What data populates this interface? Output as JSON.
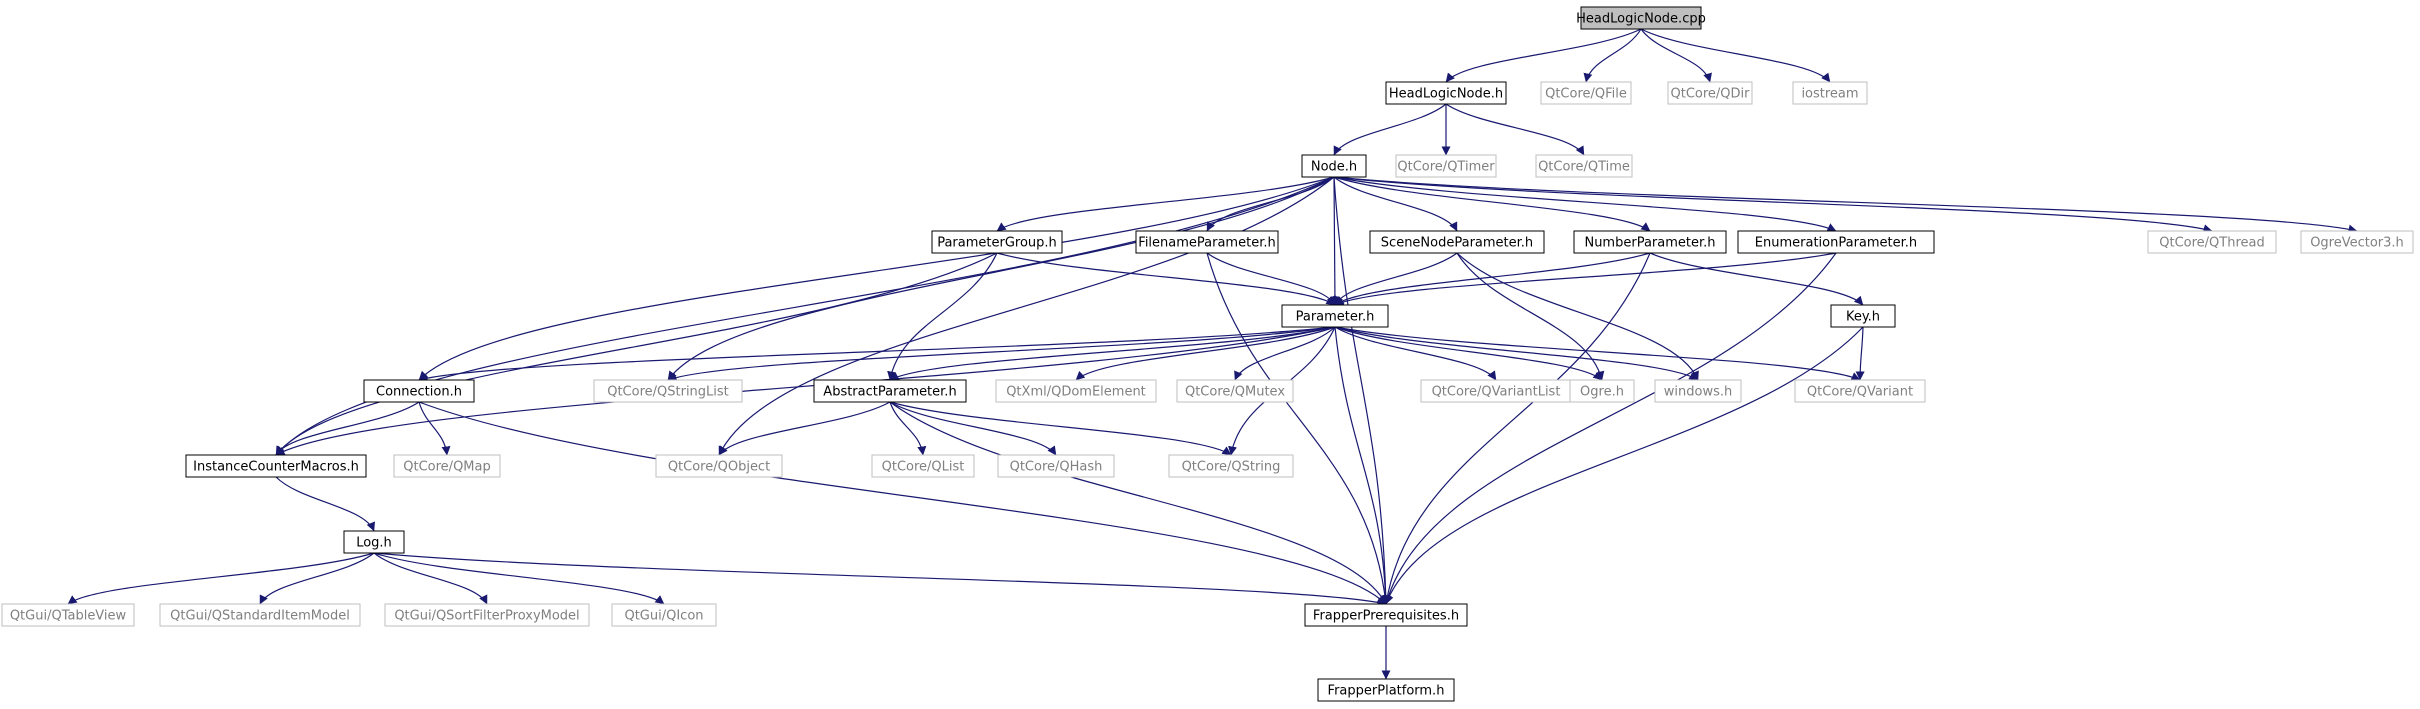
{
  "colors": {
    "edge": "#191970",
    "node_border_local": "#000000",
    "node_border_external": "#bfbfbf",
    "node_text_local": "#000000",
    "node_text_external": "#808080",
    "root_fill": "#bfbfbf"
  },
  "nodes": [
    {
      "id": "headlogicnode_cpp",
      "label": "HeadLogicNode.cpp",
      "kind": "root"
    },
    {
      "id": "headlogicnode_h",
      "label": "HeadLogicNode.h",
      "kind": "local"
    },
    {
      "id": "qfile",
      "label": "QtCore/QFile",
      "kind": "external"
    },
    {
      "id": "qdir",
      "label": "QtCore/QDir",
      "kind": "external"
    },
    {
      "id": "iostream",
      "label": "iostream",
      "kind": "external"
    },
    {
      "id": "node_h",
      "label": "Node.h",
      "kind": "local"
    },
    {
      "id": "qtimer",
      "label": "QtCore/QTimer",
      "kind": "external"
    },
    {
      "id": "qtime",
      "label": "QtCore/QTime",
      "kind": "external"
    },
    {
      "id": "parametergroup_h",
      "label": "ParameterGroup.h",
      "kind": "local"
    },
    {
      "id": "filenameparameter_h",
      "label": "FilenameParameter.h",
      "kind": "local"
    },
    {
      "id": "scenenodeparameter_h",
      "label": "SceneNodeParameter.h",
      "kind": "local"
    },
    {
      "id": "numberparameter_h",
      "label": "NumberParameter.h",
      "kind": "local"
    },
    {
      "id": "enumerationparameter_h",
      "label": "EnumerationParameter.h",
      "kind": "local"
    },
    {
      "id": "qthread",
      "label": "QtCore/QThread",
      "kind": "external"
    },
    {
      "id": "ogrevector3",
      "label": "OgreVector3.h",
      "kind": "external"
    },
    {
      "id": "parameter_h",
      "label": "Parameter.h",
      "kind": "local"
    },
    {
      "id": "key_h",
      "label": "Key.h",
      "kind": "local"
    },
    {
      "id": "connection_h",
      "label": "Connection.h",
      "kind": "local"
    },
    {
      "id": "qstringlist",
      "label": "QtCore/QStringList",
      "kind": "external"
    },
    {
      "id": "abstractparameter_h",
      "label": "AbstractParameter.h",
      "kind": "local"
    },
    {
      "id": "qdomelement",
      "label": "QtXml/QDomElement",
      "kind": "external"
    },
    {
      "id": "qmutex",
      "label": "QtCore/QMutex",
      "kind": "external"
    },
    {
      "id": "qvariantlist",
      "label": "QtCore/QVariantList",
      "kind": "external"
    },
    {
      "id": "ogre_h",
      "label": "Ogre.h",
      "kind": "external"
    },
    {
      "id": "windows_h",
      "label": "windows.h",
      "kind": "external"
    },
    {
      "id": "qvariant",
      "label": "QtCore/QVariant",
      "kind": "external"
    },
    {
      "id": "instancecountermacros_h",
      "label": "InstanceCounterMacros.h",
      "kind": "local"
    },
    {
      "id": "qmap",
      "label": "QtCore/QMap",
      "kind": "external"
    },
    {
      "id": "qobject",
      "label": "QtCore/QObject",
      "kind": "external"
    },
    {
      "id": "qlist",
      "label": "QtCore/QList",
      "kind": "external"
    },
    {
      "id": "qhash",
      "label": "QtCore/QHash",
      "kind": "external"
    },
    {
      "id": "qstring",
      "label": "QtCore/QString",
      "kind": "external"
    },
    {
      "id": "log_h",
      "label": "Log.h",
      "kind": "local"
    },
    {
      "id": "qtableview",
      "label": "QtGui/QTableView",
      "kind": "external"
    },
    {
      "id": "qstandarditemmodel",
      "label": "QtGui/QStandardItemModel",
      "kind": "external"
    },
    {
      "id": "qsortfilterproxymodel",
      "label": "QtGui/QSortFilterProxyModel",
      "kind": "external"
    },
    {
      "id": "qicon",
      "label": "QtGui/QIcon",
      "kind": "external"
    },
    {
      "id": "frapperprerequisites_h",
      "label": "FrapperPrerequisites.h",
      "kind": "local"
    },
    {
      "id": "frapperplatform_h",
      "label": "FrapperPlatform.h",
      "kind": "local"
    }
  ],
  "edges": [
    [
      "headlogicnode_cpp",
      "headlogicnode_h"
    ],
    [
      "headlogicnode_cpp",
      "qfile"
    ],
    [
      "headlogicnode_cpp",
      "qdir"
    ],
    [
      "headlogicnode_cpp",
      "iostream"
    ],
    [
      "headlogicnode_h",
      "node_h"
    ],
    [
      "headlogicnode_h",
      "qtimer"
    ],
    [
      "headlogicnode_h",
      "qtime"
    ],
    [
      "node_h",
      "parametergroup_h"
    ],
    [
      "node_h",
      "filenameparameter_h"
    ],
    [
      "node_h",
      "scenenodeparameter_h"
    ],
    [
      "node_h",
      "numberparameter_h"
    ],
    [
      "node_h",
      "enumerationparameter_h"
    ],
    [
      "node_h",
      "qthread"
    ],
    [
      "node_h",
      "ogrevector3"
    ],
    [
      "node_h",
      "parameter_h"
    ],
    [
      "node_h",
      "connection_h"
    ],
    [
      "node_h",
      "instancecountermacros_h"
    ],
    [
      "node_h",
      "qstringlist"
    ],
    [
      "node_h",
      "qobject"
    ],
    [
      "node_h",
      "frapperprerequisites_h"
    ],
    [
      "parametergroup_h",
      "parameter_h"
    ],
    [
      "parametergroup_h",
      "abstractparameter_h"
    ],
    [
      "parametergroup_h",
      "instancecountermacros_h"
    ],
    [
      "filenameparameter_h",
      "parameter_h"
    ],
    [
      "filenameparameter_h",
      "frapperprerequisites_h"
    ],
    [
      "scenenodeparameter_h",
      "parameter_h"
    ],
    [
      "scenenodeparameter_h",
      "ogre_h"
    ],
    [
      "scenenodeparameter_h",
      "windows_h"
    ],
    [
      "numberparameter_h",
      "parameter_h"
    ],
    [
      "numberparameter_h",
      "key_h"
    ],
    [
      "numberparameter_h",
      "frapperprerequisites_h"
    ],
    [
      "enumerationparameter_h",
      "parameter_h"
    ],
    [
      "enumerationparameter_h",
      "frapperprerequisites_h"
    ],
    [
      "key_h",
      "qvariant"
    ],
    [
      "key_h",
      "frapperprerequisites_h"
    ],
    [
      "parameter_h",
      "connection_h"
    ],
    [
      "parameter_h",
      "qstringlist"
    ],
    [
      "parameter_h",
      "abstractparameter_h"
    ],
    [
      "parameter_h",
      "qdomelement"
    ],
    [
      "parameter_h",
      "qmutex"
    ],
    [
      "parameter_h",
      "qvariantlist"
    ],
    [
      "parameter_h",
      "ogre_h"
    ],
    [
      "parameter_h",
      "windows_h"
    ],
    [
      "parameter_h",
      "qvariant"
    ],
    [
      "parameter_h",
      "instancecountermacros_h"
    ],
    [
      "parameter_h",
      "qstring"
    ],
    [
      "parameter_h",
      "frapperprerequisites_h"
    ],
    [
      "connection_h",
      "instancecountermacros_h"
    ],
    [
      "connection_h",
      "qmap"
    ],
    [
      "connection_h",
      "frapperprerequisites_h"
    ],
    [
      "abstractparameter_h",
      "qobject"
    ],
    [
      "abstractparameter_h",
      "qlist"
    ],
    [
      "abstractparameter_h",
      "qhash"
    ],
    [
      "abstractparameter_h",
      "qstring"
    ],
    [
      "abstractparameter_h",
      "frapperprerequisites_h"
    ],
    [
      "instancecountermacros_h",
      "log_h"
    ],
    [
      "log_h",
      "qtableview"
    ],
    [
      "log_h",
      "qstandarditemmodel"
    ],
    [
      "log_h",
      "qsortfilterproxymodel"
    ],
    [
      "log_h",
      "qicon"
    ],
    [
      "log_h",
      "frapperprerequisites_h"
    ],
    [
      "frapperprerequisites_h",
      "frapperplatform_h"
    ]
  ]
}
